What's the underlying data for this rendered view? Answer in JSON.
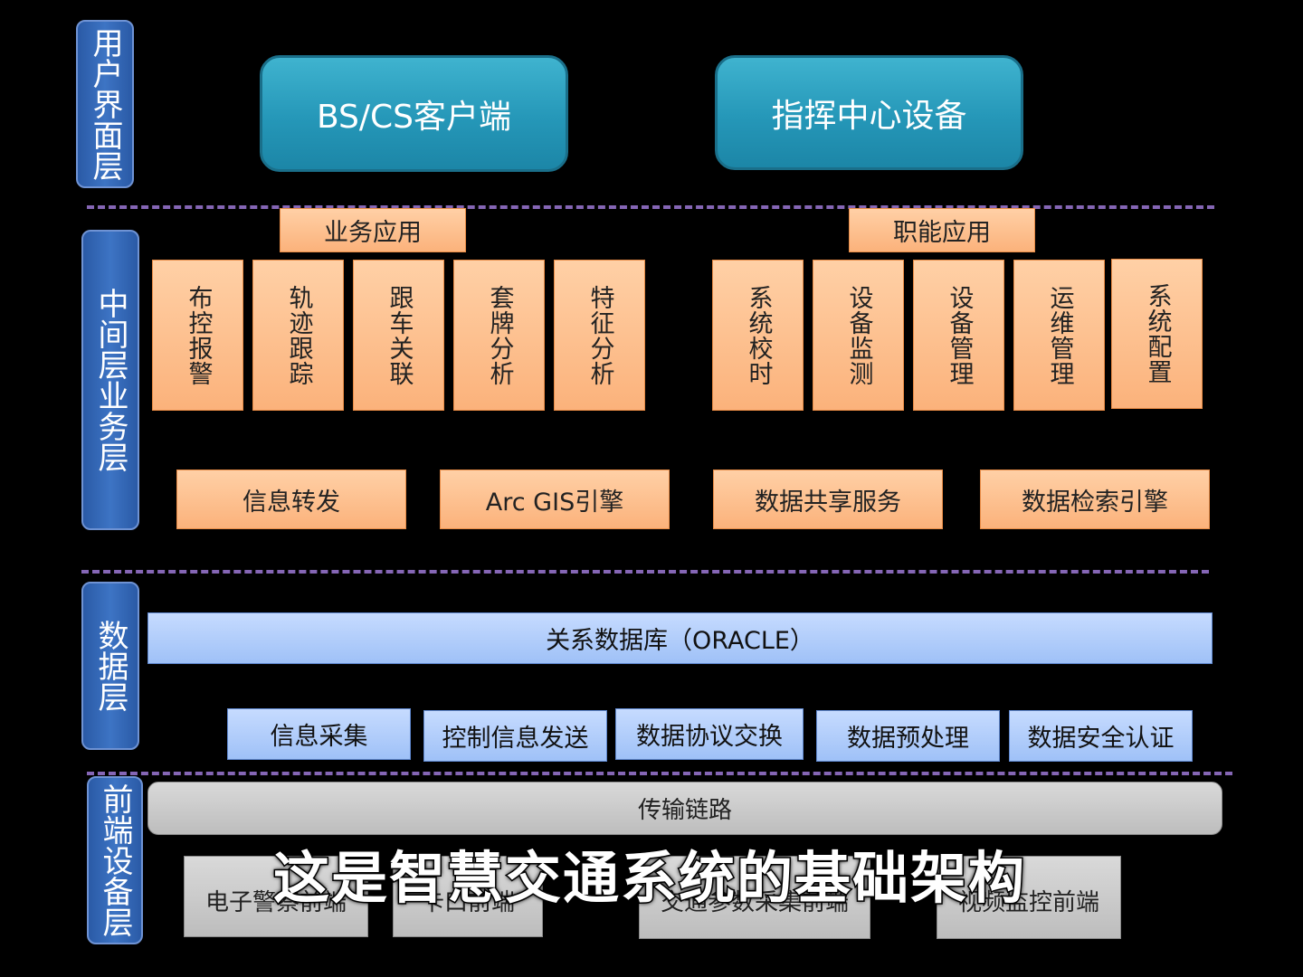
{
  "layers": {
    "ui": "用户界面层",
    "middle": "中间层业务层",
    "data": "数据层",
    "frontend": "前端设备层"
  },
  "ui_layer": {
    "client": "BS/CS客户端",
    "command_center": "指挥中心设备"
  },
  "middle_layer": {
    "business_header": "业务应用",
    "function_header": "职能应用",
    "business_apps": [
      "布控报警",
      "轨迹跟踪",
      "跟车关联",
      "套牌分析",
      "特征分析"
    ],
    "function_apps": [
      "系统校时",
      "设备监测",
      "设备管理",
      "运维管理",
      "系统配置"
    ],
    "services": [
      "信息转发",
      "Arc GIS引擎",
      "数据共享服务",
      "数据检索引擎"
    ]
  },
  "data_layer": {
    "database": "关系数据库（ORACLE）",
    "modules": [
      "信息采集",
      "控制信息发送",
      "数据协议交换",
      "数据预处理",
      "数据安全认证"
    ]
  },
  "frontend_layer": {
    "transport": "传输链路",
    "devices": [
      "电子警察前端",
      "卡口前端",
      "交通参数采集前端",
      "视频监控前端"
    ]
  },
  "subtitle": "这是智慧交通系统的基础架构",
  "colors": {
    "layer_label": "#3d74c4",
    "teal_box": "#2597b8",
    "orange_box": "#fbb27b",
    "blue_box": "#9fc1f7",
    "gray_box": "#bdbdbd",
    "divider": "#8566b5"
  }
}
